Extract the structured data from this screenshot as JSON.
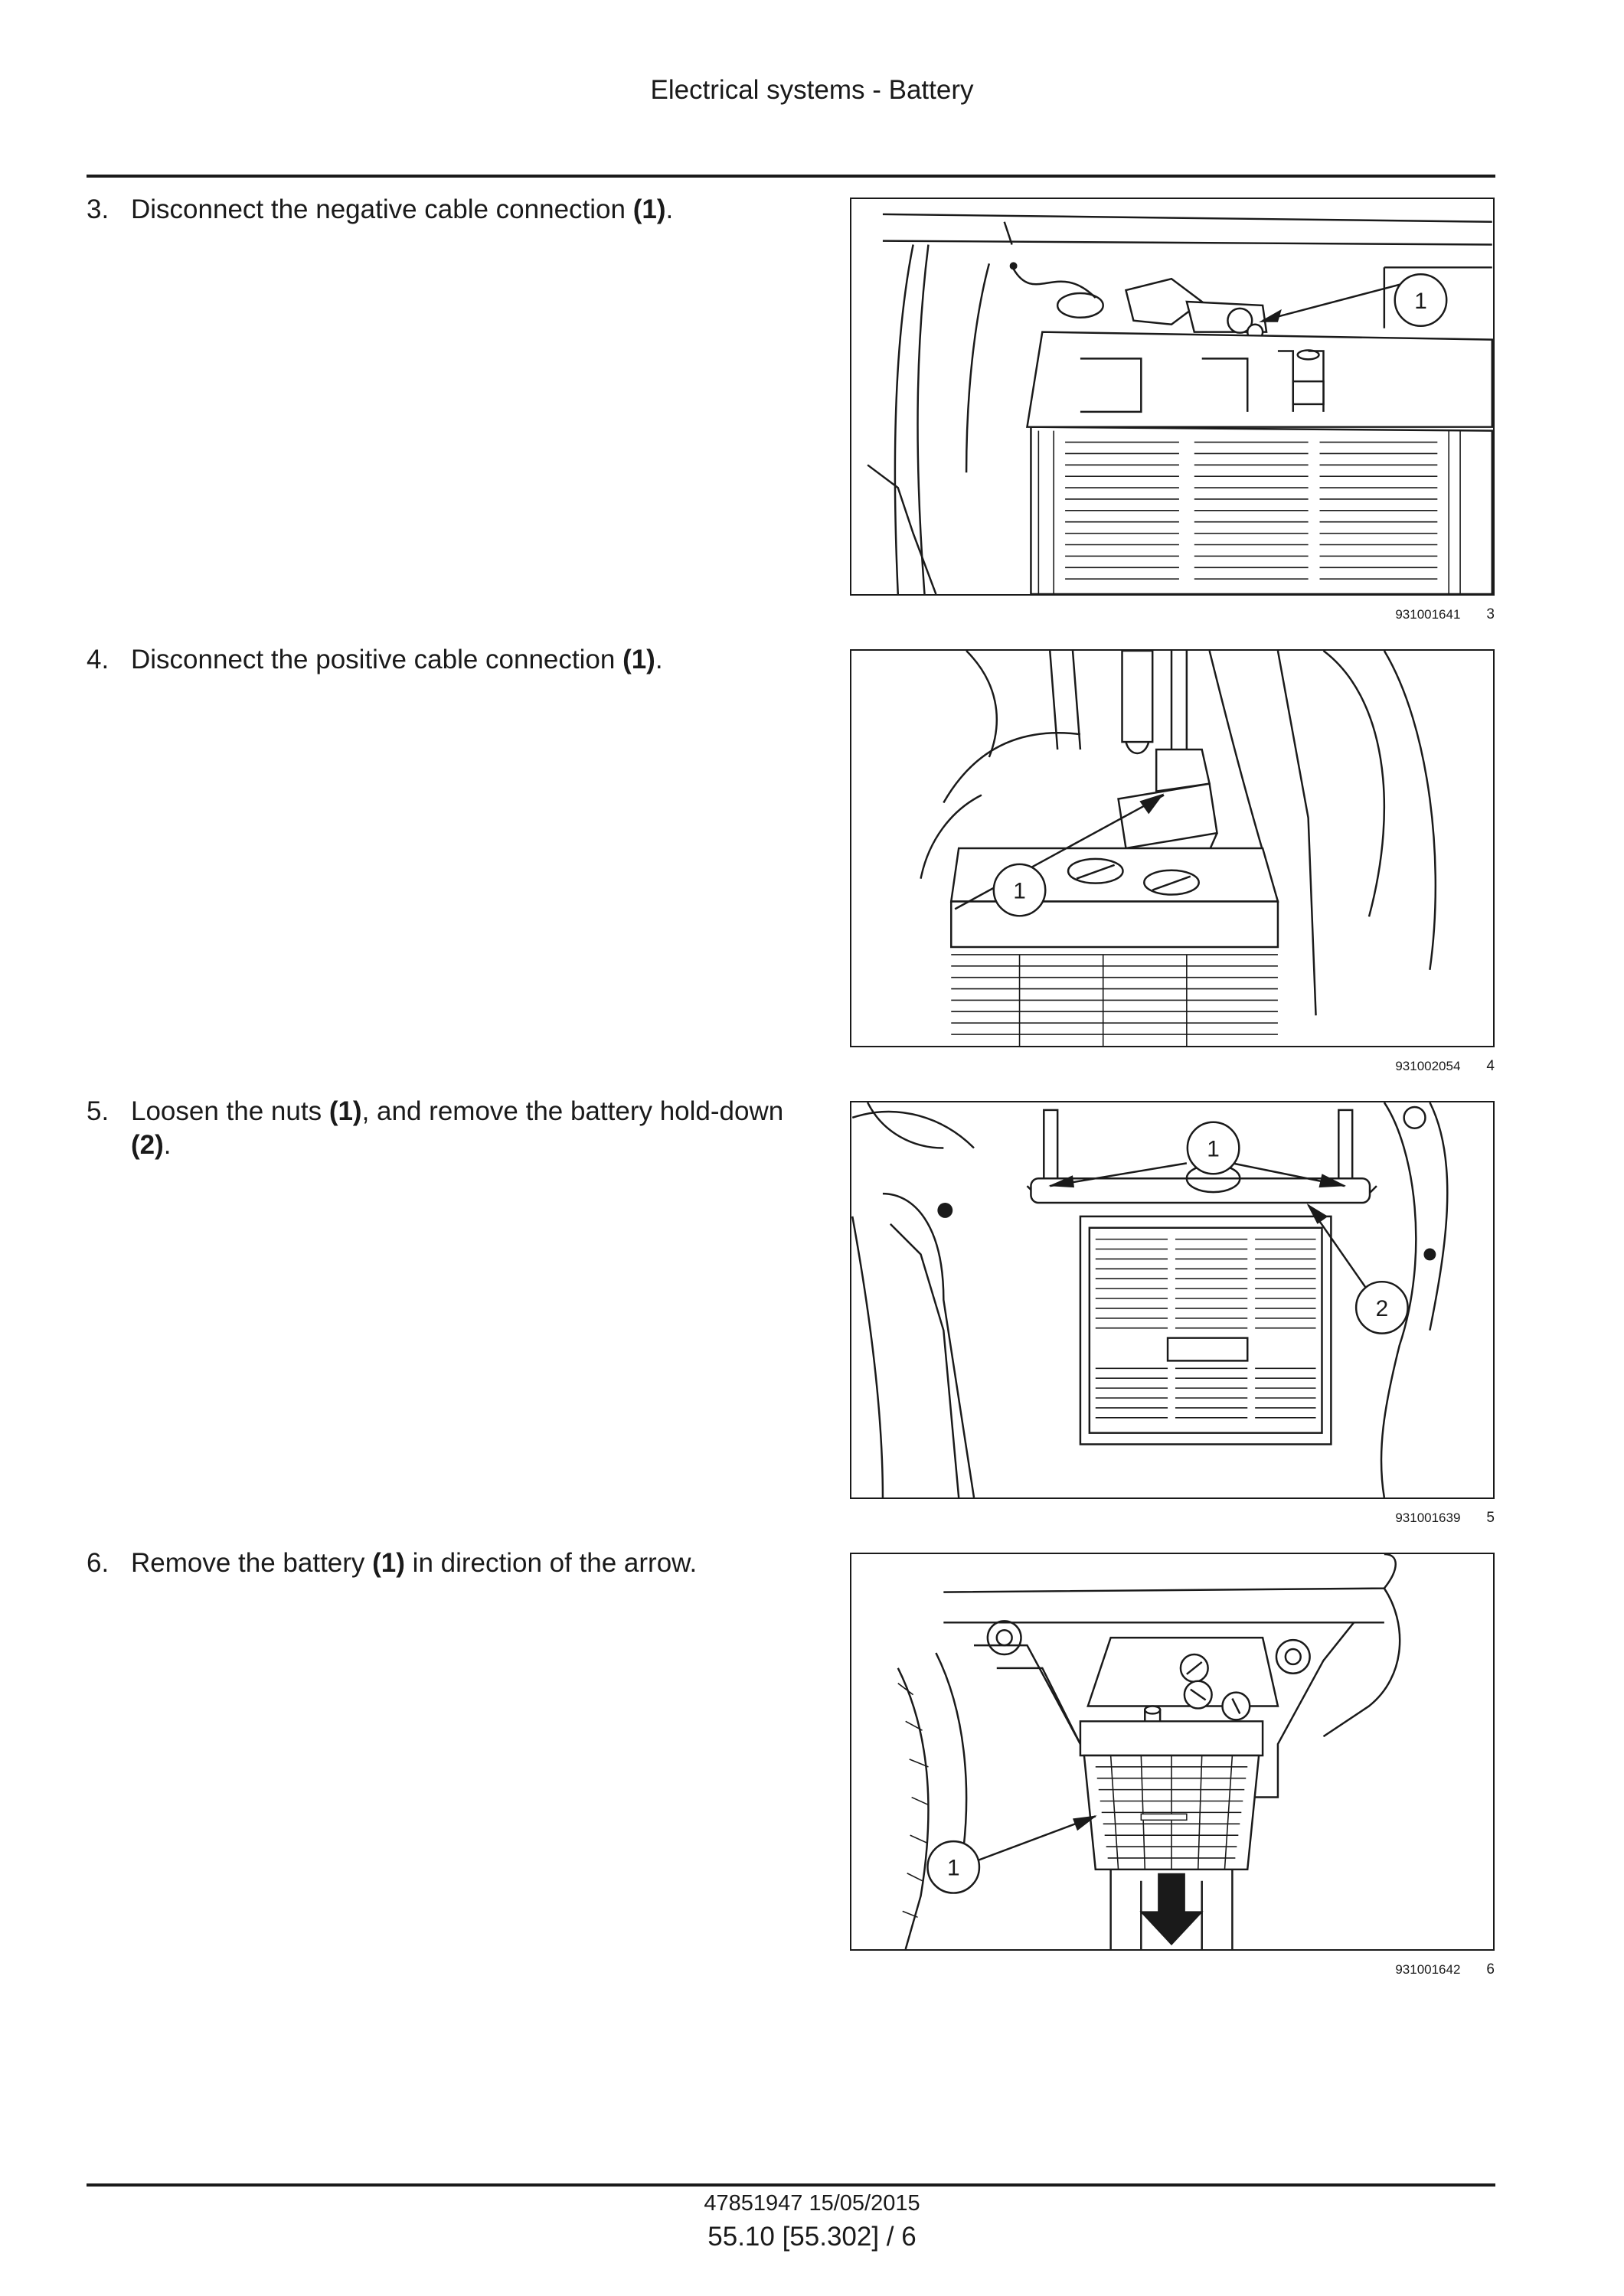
{
  "header": {
    "title": "Electrical systems - Battery"
  },
  "steps": [
    {
      "number": "3.",
      "text_before": "Disconnect the negative cable connection ",
      "ref1": "(1)",
      "text_mid": ".",
      "ref2": "",
      "text_after": ""
    },
    {
      "number": "4.",
      "text_before": "Disconnect the positive cable connection ",
      "ref1": "(1)",
      "text_mid": ".",
      "ref2": "",
      "text_after": ""
    },
    {
      "number": "5.",
      "text_before": "Loosen the nuts ",
      "ref1": "(1)",
      "text_mid": ", and remove the battery hold-down ",
      "ref2": "(2)",
      "text_after": "."
    },
    {
      "number": "6.",
      "text_before": "Remove the battery ",
      "ref1": "(1)",
      "text_mid": " in direction of the arrow.",
      "ref2": "",
      "text_after": ""
    }
  ],
  "figures": [
    {
      "code": "931001641",
      "number": "3",
      "callouts": [
        "1"
      ]
    },
    {
      "code": "931002054",
      "number": "4",
      "callouts": [
        "1"
      ]
    },
    {
      "code": "931001639",
      "number": "5",
      "callouts": [
        "1",
        "2"
      ]
    },
    {
      "code": "931001642",
      "number": "6",
      "callouts": [
        "1"
      ]
    }
  ],
  "footer": {
    "doc_code": "47851947 15/05/2015",
    "page_ref": "55.10 [55.302] / 6"
  }
}
